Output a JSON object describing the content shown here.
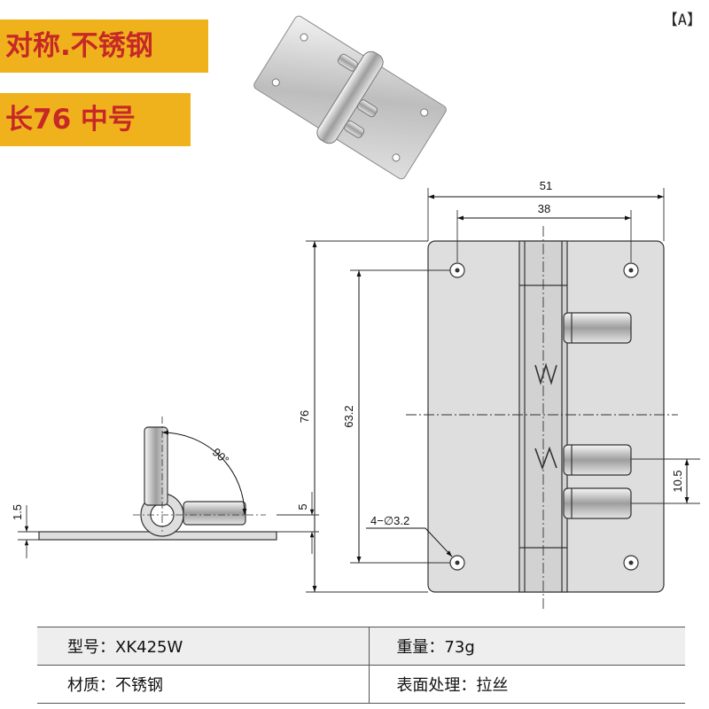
{
  "badges": {
    "material": "对称.不锈钢",
    "size": "长76 中号"
  },
  "corner_mark": "【A】",
  "dimensions": {
    "width_total": "51",
    "hole_spacing_x": "38",
    "height_total": "76",
    "hole_spacing_y": "63.2",
    "hole_spec": "4−∅3.2",
    "pin_spacing": "10.5",
    "plate_thickness": "1.5",
    "knuckle_offset": "5",
    "rotation_angle": "90°"
  },
  "specs": {
    "model": "型号：XK425W",
    "weight": "重量：73g",
    "material": "材质：不锈钢",
    "finish": "表面处理：拉丝"
  },
  "colors": {
    "badge_bg": "#f0b21c",
    "badge_text": "#c62828",
    "drawing_fill": "#dedede"
  }
}
